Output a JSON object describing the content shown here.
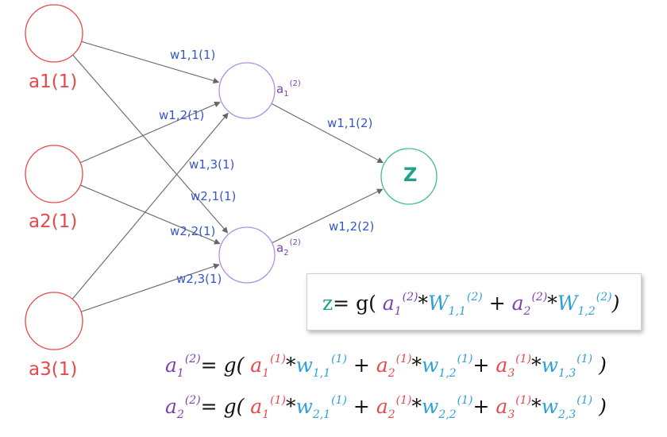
{
  "input_nodes": [
    {
      "label": "a1(1)"
    },
    {
      "label": "a2(1)"
    },
    {
      "label": "a3(1)"
    }
  ],
  "hidden_nodes": [
    {
      "base": "a",
      "sub": "1",
      "sup": "(2)"
    },
    {
      "base": "a",
      "sub": "2",
      "sup": "(2)"
    }
  ],
  "output_node": {
    "label": "Z"
  },
  "weights_layer1": [
    "w1,1(1)",
    "w1,2(1)",
    "w1,3(1)",
    "w2,1(1)",
    "w2,2(1)",
    "w2,3(1)"
  ],
  "weights_layer2": [
    "w1,1(2)",
    "w1,2(2)"
  ],
  "equations": {
    "z": {
      "lhs": "z",
      "eq": "= g(",
      "t1a": "a",
      "t1a_sub": "1",
      "t1a_sup": "(2)",
      "t1w": "W",
      "t1w_sub": "1,1",
      "t1w_sup": "(2)",
      "plus": "+",
      "t2a": "a",
      "t2a_sub": "2",
      "t2a_sup": "(2)",
      "t2w": "W",
      "t2w_sub": "1,2",
      "t2w_sup": "(2)",
      "close": ")",
      "star": "*"
    },
    "a1": {
      "lhs": "a",
      "lhs_sub": "1",
      "lhs_sup": "(2)",
      "eq": "= g(",
      "terms": [
        {
          "a": "a",
          "a_sub": "1",
          "a_sup": "(1)",
          "w": "w",
          "w_sub": "1,1",
          "w_sup": "(1)"
        },
        {
          "a": "a",
          "a_sub": "2",
          "a_sup": "(1)",
          "w": "w",
          "w_sub": "1,2",
          "w_sup": "(1)"
        },
        {
          "a": "a",
          "a_sub": "3",
          "a_sup": "(1)",
          "w": "w",
          "w_sub": "1,3",
          "w_sup": "(1)"
        }
      ],
      "close": ")"
    },
    "a2": {
      "lhs": "a",
      "lhs_sub": "2",
      "lhs_sup": "(2)",
      "eq": "= g(",
      "terms": [
        {
          "a": "a",
          "a_sub": "1",
          "a_sup": "(1)",
          "w": "w",
          "w_sub": "2,1",
          "w_sup": "(1)"
        },
        {
          "a": "a",
          "a_sub": "2",
          "a_sup": "(1)",
          "w": "w",
          "w_sub": "2,2",
          "w_sup": "(1)"
        },
        {
          "a": "a",
          "a_sub": "3",
          "a_sup": "(1)",
          "w": "w",
          "w_sub": "2,3",
          "w_sup": "(1)"
        }
      ],
      "close": ")"
    }
  },
  "colors": {
    "input": "#e8484c",
    "hidden": "#b38ee0",
    "output": "#3fbf8f",
    "weight_text": "#3557c9",
    "edge": "#666666"
  }
}
